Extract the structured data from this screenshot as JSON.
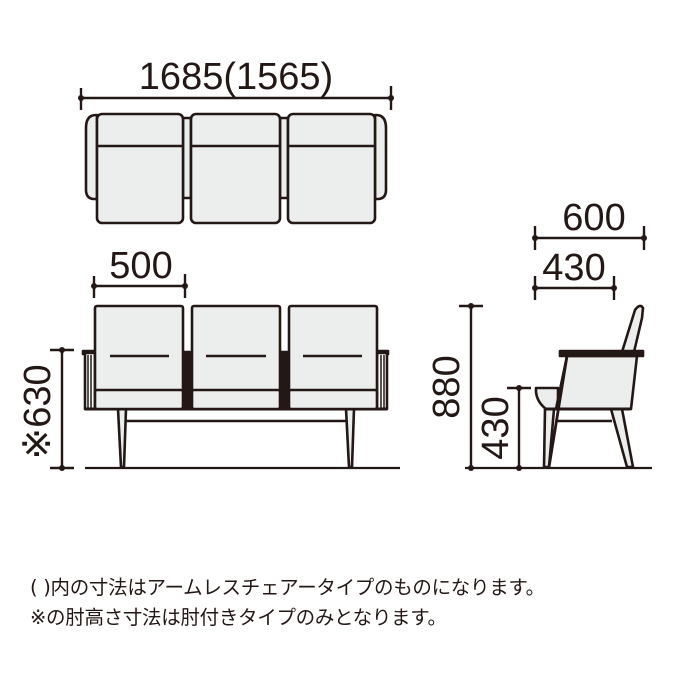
{
  "drawing": {
    "subject": "3-seat sofa dimension drawing",
    "unit": "mm",
    "colors": {
      "line": "#231815",
      "fill": "#eceeee",
      "background": "#ffffff"
    },
    "top_view": {
      "overall_width_label": "1685(1565)",
      "seats": 3
    },
    "front_view": {
      "seat_width_label": "500",
      "arm_height_label": "※630",
      "seats": 3
    },
    "side_view": {
      "depth_label": "600",
      "seat_depth_label": "430",
      "total_height_label": "880",
      "seat_height_label": "430"
    }
  },
  "notes": {
    "line1": "( )内の寸法はアームレスチェアータイプのものになります。",
    "line2": "※の肘高さ寸法は肘付きタイプのみとなります。"
  }
}
